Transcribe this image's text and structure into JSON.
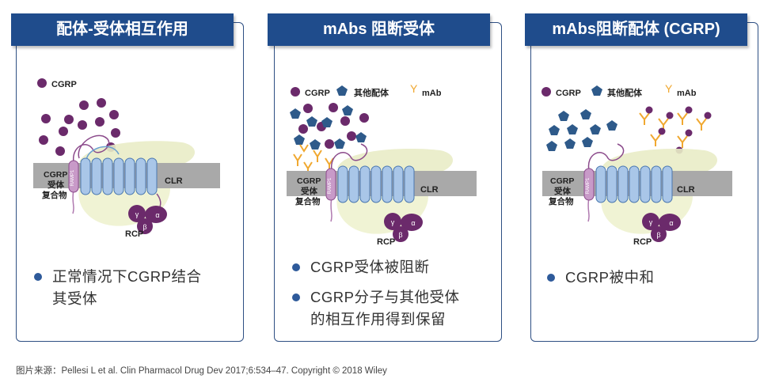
{
  "panels": [
    {
      "title": "配体-受体相互作用",
      "legend": {
        "cgrp": "CGRP"
      },
      "labels": {
        "complex": [
          "CGRP",
          "受体",
          "复合物"
        ],
        "clr": "CLR",
        "rcp": "RCP",
        "ramp": "RAMP1",
        "gamma": "γ",
        "beta": "β",
        "alpha": "α"
      },
      "bullets": [
        {
          "lines": [
            "正常情况下CGRP结合",
            "其受体"
          ]
        }
      ]
    },
    {
      "title": "mAbs 阻断受体",
      "legend": {
        "cgrp": "CGRP",
        "other": "其他配体",
        "mab": "mAb"
      },
      "labels": {
        "complex": [
          "CGRP",
          "受体",
          "复合物"
        ],
        "clr": "CLR",
        "rcp": "RCP",
        "ramp": "RAMP1",
        "gamma": "γ",
        "beta": "β",
        "alpha": "α"
      },
      "bullets": [
        {
          "lines": [
            "CGRP受体被阻断"
          ]
        },
        {
          "lines": [
            "CGRP分子与其他受体",
            "的相互作用得到保留"
          ]
        }
      ]
    },
    {
      "title": "mAbs阻断配体 (CGRP)",
      "legend": {
        "cgrp": "CGRP",
        "other": "其他配体",
        "mab": "mAb"
      },
      "labels": {
        "complex": [
          "CGRP",
          "受体",
          "复合物"
        ],
        "clr": "CLR",
        "rcp": "RCP",
        "ramp": "RAMP1",
        "gamma": "γ",
        "beta": "β",
        "alpha": "α"
      },
      "bullets": [
        {
          "lines": [
            "CGRP被中和"
          ]
        }
      ]
    }
  ],
  "credit": "图片来源：Pellesi L et al. Clin Pharmacol Drug Dev 2017;6:534–47. Copyright © 2018 Wiley",
  "colors": {
    "header": "#1f4c8c",
    "cgrp": "#6b2a6b",
    "other_ligand": "#2e5a8a",
    "mab": "#f0a830",
    "membrane": "#a9a9a9",
    "receptor": "#a9c6e8",
    "ramp": "#c89ac8",
    "rcp": "#6b2a6b"
  }
}
